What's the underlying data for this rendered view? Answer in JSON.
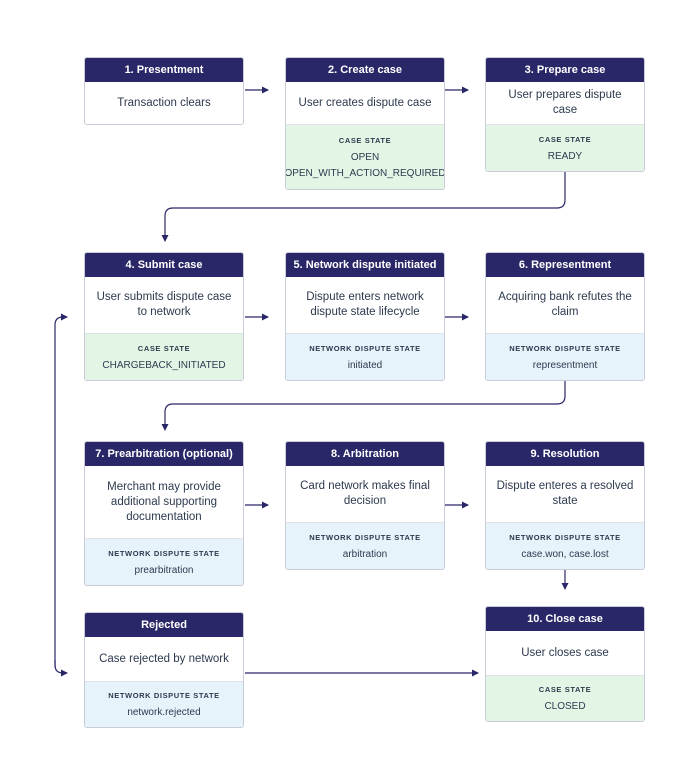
{
  "steps": {
    "s1": {
      "title": "1. Presentment",
      "desc": "Transaction clears"
    },
    "s2": {
      "title": "2. Create case",
      "desc": "User creates dispute case",
      "state_label": "CASE STATE",
      "state_values": [
        "OPEN",
        "OPEN_WITH_ACTION_REQUIRED"
      ]
    },
    "s3": {
      "title": "3. Prepare case",
      "desc": "User prepares dispute case",
      "state_label": "CASE STATE",
      "state_values": [
        "READY"
      ]
    },
    "s4": {
      "title": "4. Submit case",
      "desc": "User submits dispute case to network",
      "state_label": "CASE STATE",
      "state_values": [
        "CHARGEBACK_INITIATED"
      ]
    },
    "s5": {
      "title": "5. Network dispute initiated",
      "desc": "Dispute enters network dispute state lifecycle",
      "state_label": "NETWORK DISPUTE STATE",
      "state_values": [
        "initiated"
      ]
    },
    "s6": {
      "title": "6. Representment",
      "desc": "Acquiring bank refutes the claim",
      "state_label": "NETWORK DISPUTE STATE",
      "state_values": [
        "representment"
      ]
    },
    "s7": {
      "title": "7. Prearbitration (optional)",
      "desc": "Merchant may provide additional supporting documentation",
      "state_label": "NETWORK DISPUTE STATE",
      "state_values": [
        "prearbitration"
      ]
    },
    "s8": {
      "title": "8. Arbitration",
      "desc": "Card network makes final decision",
      "state_label": "NETWORK DISPUTE STATE",
      "state_values": [
        "arbitration"
      ]
    },
    "s9": {
      "title": "9. Resolution",
      "desc": "Dispute enteres a resolved state",
      "state_label": "NETWORK DISPUTE STATE",
      "state_values": [
        "case.won, case.lost"
      ]
    },
    "s10": {
      "title": "10. Close case",
      "desc": "User closes case",
      "state_label": "CASE STATE",
      "state_values": [
        "CLOSED"
      ]
    },
    "rej": {
      "title": "Rejected",
      "desc": "Case rejected by network",
      "state_label": "NETWORK DISPUTE STATE",
      "state_values": [
        "network.rejected"
      ]
    }
  },
  "colors": {
    "header": "#2a2768",
    "connector": "#2a2768",
    "case_state_bg": "#e3f6e6",
    "network_state_bg": "#e6f3fb",
    "border": "#c9cbd6"
  }
}
